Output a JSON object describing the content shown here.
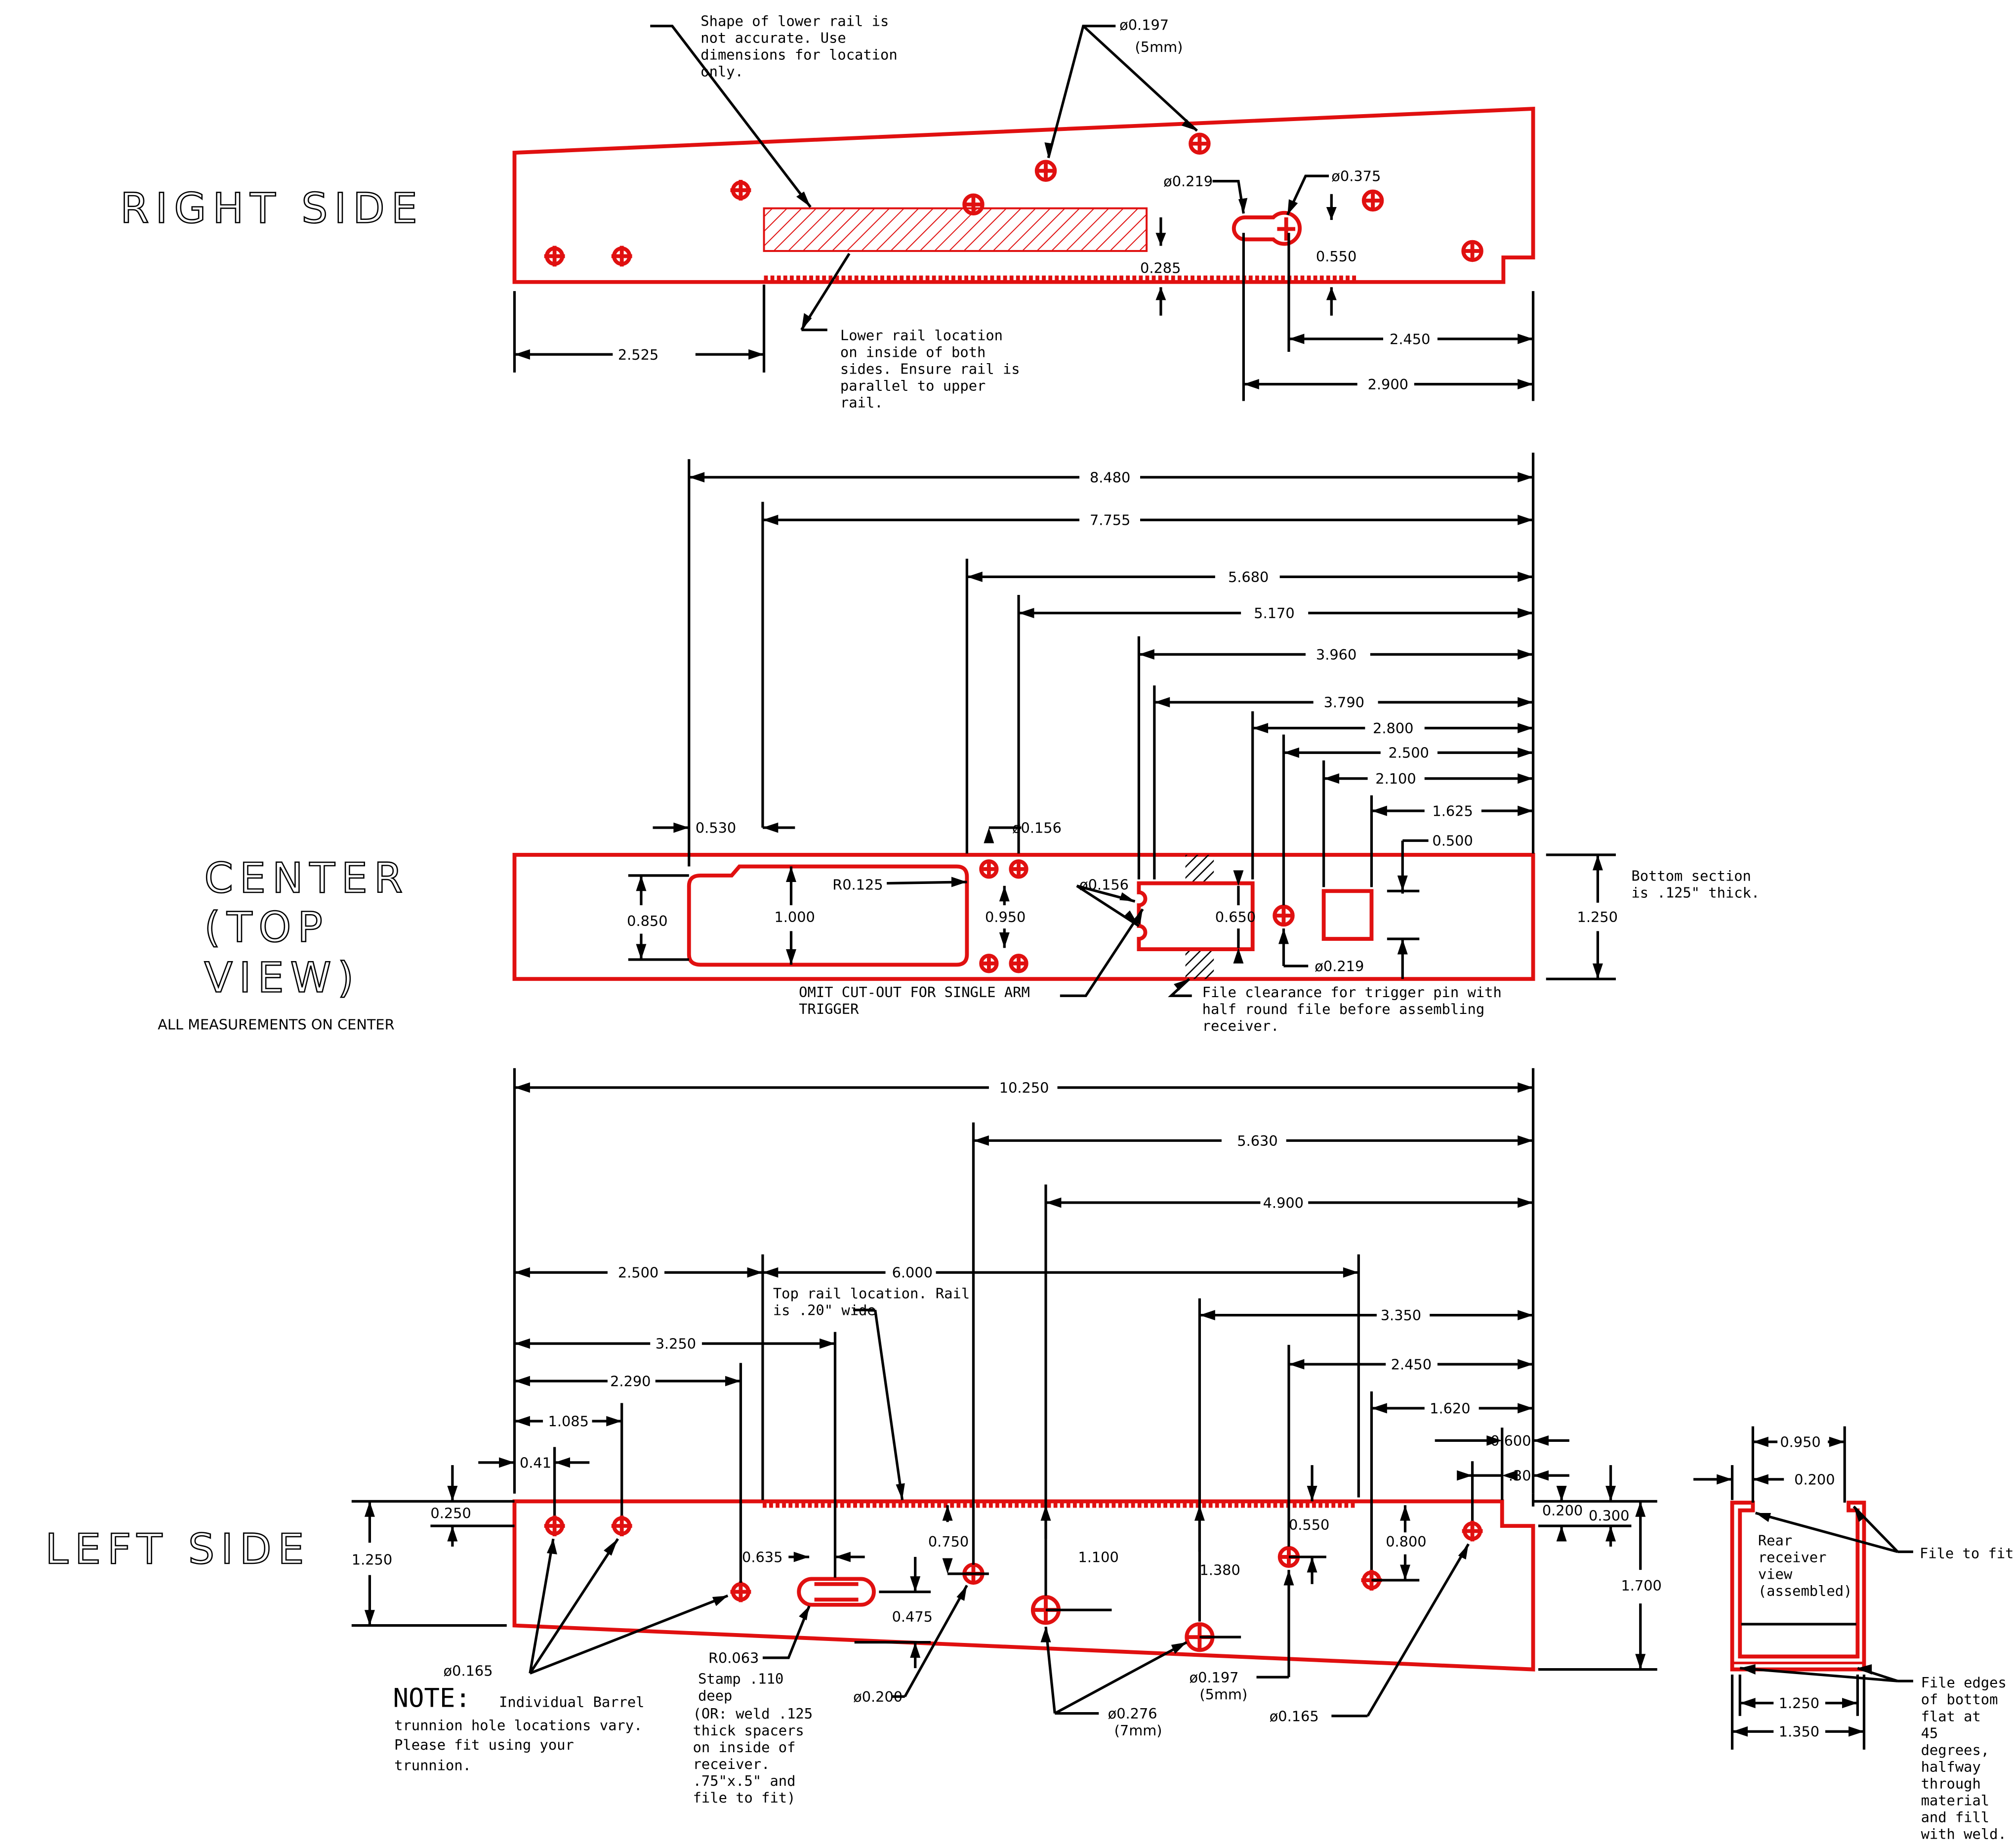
{
  "titles": {
    "right": "RIGHT SIDE",
    "center1": "CENTER",
    "center2": "(TOP",
    "center3": "VIEW)",
    "center_sub": "ALL MEASUREMENTS ON CENTER",
    "left": "LEFT SIDE"
  },
  "right_side": {
    "note_shape": [
      "Shape of lower rail is",
      "not accurate. Use",
      "dimensions for location",
      "only."
    ],
    "note_rail": [
      "Lower rail location",
      "on inside of both",
      "sides. Ensure rail is",
      "parallel to upper",
      "rail."
    ],
    "d_0197": "ø0.197",
    "d_5mm": "(5mm)",
    "d_0219": "ø0.219",
    "d_0375": "ø0.375",
    "v_0550": "0.550",
    "v_0285": "0.285",
    "v_2525": "2.525",
    "v_2450": "2.450",
    "v_2900": "2.900"
  },
  "center": {
    "v_8480": "8.480",
    "v_7755": "7.755",
    "v_5680": "5.680",
    "v_5170": "5.170",
    "v_3960": "3.960",
    "v_3790": "3.790",
    "v_2800": "2.800",
    "v_2500": "2.500",
    "v_2100": "2.100",
    "v_1625": "1.625",
    "v_0500": "0.500",
    "v_0530": "0.530",
    "d_0156a": "ø0.156",
    "d_0156b": "ø0.156",
    "r_0125": "R0.125",
    "v_0850": "0.850",
    "v_1000": "1.000",
    "v_0950": "0.950",
    "v_0650": "0.650",
    "v_1250": "1.250",
    "d_0219": "ø0.219",
    "note_bottom": [
      "Bottom section",
      "is .125\" thick."
    ],
    "note_omit": [
      "OMIT CUT-OUT FOR SINGLE ARM",
      "TRIGGER"
    ],
    "note_file": [
      "File clearance for trigger pin with",
      "half round file before assembling",
      "receiver."
    ]
  },
  "left_side": {
    "v_10250": "10.250",
    "v_5630": "5.630",
    "v_4900": "4.900",
    "v_2500": "2.500",
    "v_6000": "6.000",
    "v_3350": "3.350",
    "v_3250": "3.250",
    "v_2450": "2.450",
    "v_2290": "2.290",
    "v_1620": "1.620",
    "v_1085": "1.085",
    "v_0600": "0.600",
    "v_041": "0.41",
    "v_030": ".30",
    "v_0250": "0.250",
    "v_0200": "0.200",
    "v_0300": "0.300",
    "v_1250": "1.250",
    "v_0635": "0.635",
    "v_0750": "0.750",
    "v_1100": "1.100",
    "v_1380": "1.380",
    "v_0550": "0.550",
    "v_0800": "0.800",
    "v_1700": "1.700",
    "v_0475": "0.475",
    "note_toprail": [
      "Top rail location. Rail",
      "is .20\" wide"
    ],
    "d_0165a": "ø0.165",
    "r_0063": "R0.063",
    "d_0200": "ø0.200",
    "d_0197": "ø0.197",
    "d_5mm": "(5mm)",
    "d_0276": "ø0.276",
    "d_7mm": "(7mm)",
    "d_0165b": "ø0.165",
    "note_label": "NOTE:",
    "note_trunnion": [
      "Individual Barrel",
      "trunnion hole locations vary.",
      "Please fit using your",
      "trunnion."
    ],
    "note_stamp": [
      "Stamp .110",
      "deep",
      "(OR: weld .125",
      "thick spacers",
      "on inside of",
      "receiver.",
      ".75\"x.5\" and",
      "file to fit)"
    ]
  },
  "rear": {
    "v_0950": "0.950",
    "v_0200": "0.200",
    "v_1250": "1.250",
    "v_1350": "1.350",
    "label": [
      "Rear",
      "receiver",
      "view",
      "(assembled)"
    ],
    "note_file_fit": "File to fit",
    "note_edges": [
      "File edges",
      "of bottom",
      "flat at",
      "45",
      "degrees,",
      "halfway",
      "through",
      "material",
      "and fill",
      "with weld."
    ]
  }
}
